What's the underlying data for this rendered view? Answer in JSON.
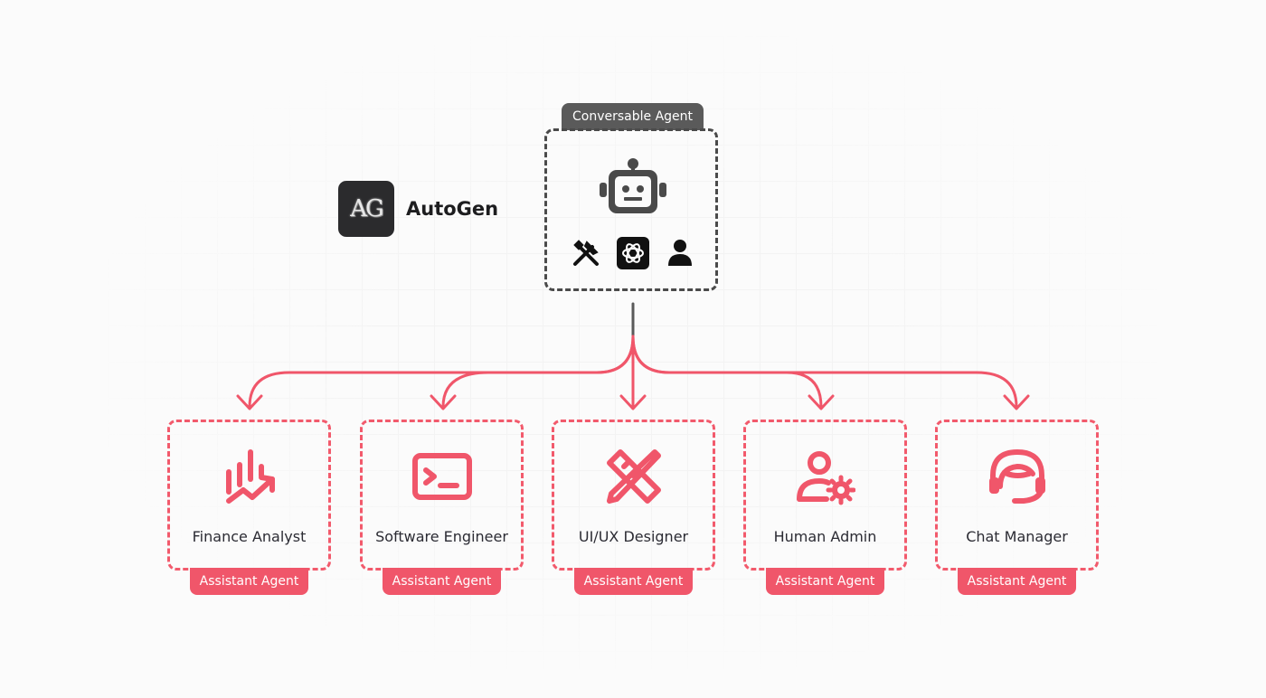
{
  "logo": {
    "badge": "AG",
    "name": "AutoGen"
  },
  "conversable": {
    "tag": "Conversable Agent",
    "icons": [
      "robot-icon",
      "tools-icon",
      "openai-icon",
      "user-icon"
    ]
  },
  "colors": {
    "accent": "#f0566a",
    "dark": "#4a4a4a",
    "tag_dark": "#5a5a5a"
  },
  "agents": [
    {
      "name": "Finance Analyst",
      "tag": "Assistant Agent",
      "icon": "chart-trend-icon"
    },
    {
      "name": "Software Engineer",
      "tag": "Assistant Agent",
      "icon": "terminal-icon"
    },
    {
      "name": "UI/UX Designer",
      "tag": "Assistant Agent",
      "icon": "pencil-ruler-icon"
    },
    {
      "name": "Human Admin",
      "tag": "Assistant Agent",
      "icon": "user-gear-icon"
    },
    {
      "name": "Chat Manager",
      "tag": "Assistant Agent",
      "icon": "headset-icon"
    }
  ]
}
